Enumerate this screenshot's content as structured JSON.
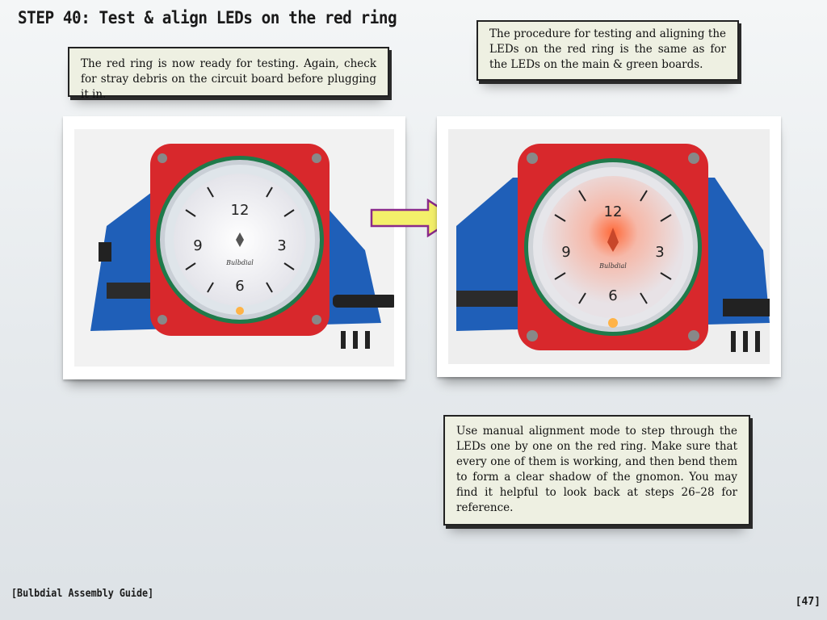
{
  "slide": {
    "title": "STEP 40: Test & align LEDs on the red ring",
    "footer": "[Bulbdial Assembly Guide]",
    "page_number": "[47]"
  },
  "notes": {
    "intro": "The red ring is now ready for testing.  Again, check for stray debris on the circuit board before plugging it in.",
    "procedure": "The procedure for testing and aligning the LEDs on the red ring is the same as for the LEDs on the main & green boards.",
    "alignment": "Use manual alignment mode to step through the LEDs one by one on the red ring.  Make sure that every one of them is working, and then bend them to form a clear shadow of the gnomon.  You may find it helpful to look back at steps 26–28 for reference."
  },
  "photos": {
    "clock_face": {
      "twelve": "12",
      "three": "3",
      "six": "6",
      "nine": "9",
      "brand": "Bulbdial"
    }
  },
  "colors": {
    "ring_red": "#d8282c",
    "board_blue": "#1f5fb8",
    "arrow_yellow": "#f4f06a",
    "arrow_outline": "#8a2a8a",
    "note_bg": "#eef0e2"
  }
}
